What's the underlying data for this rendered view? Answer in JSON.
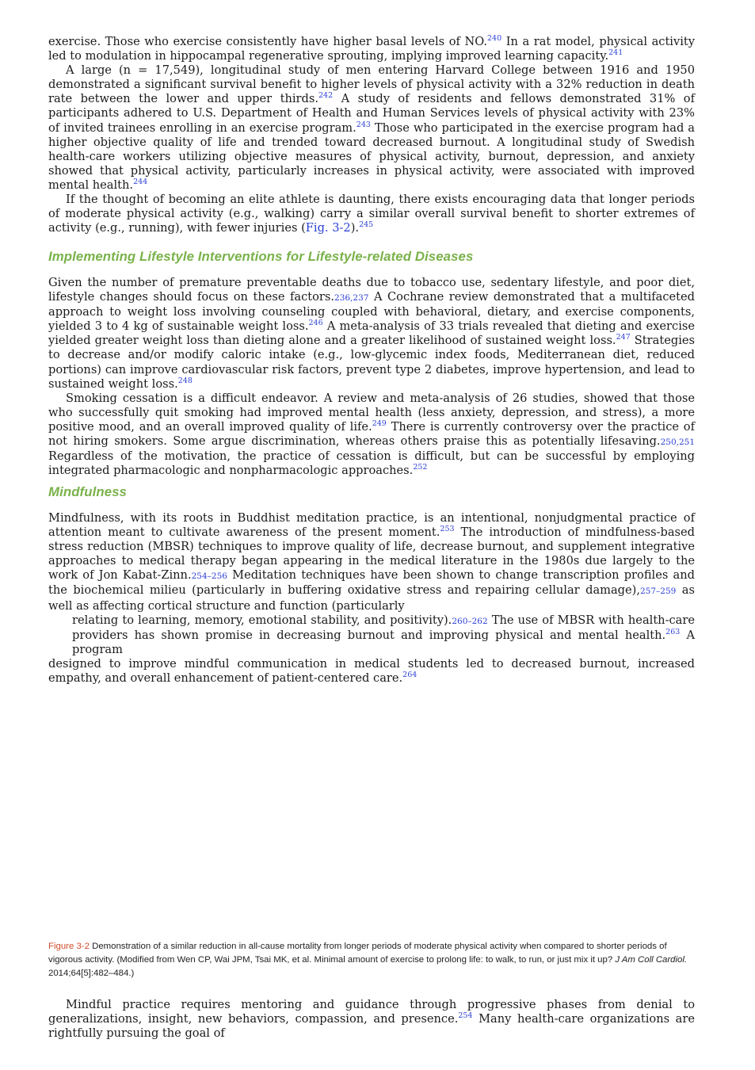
{
  "intro": {
    "p1": {
      "a": "exercise. Those who exercise consistently have higher basal levels of NO.",
      "r1": "240",
      "b": " In a rat model, physical activity led to modulation in hippocampal regenerative sprouting, implying improved learning capacity.",
      "r2": "241"
    },
    "p2": {
      "a": "A large (n = 17,549), longitudinal study of men entering Harvard College between 1916 and 1950 demonstrated a significant survival benefit to higher levels of physical activity with a 32% reduction in death rate between the lower and upper thirds.",
      "r1": "242",
      "b": " A study of residents and fellows demonstrated 31% of participants adhered to U.S. Department of Health and Human Services levels of physical activity with 23% of invited trainees enrolling in an exercise program.",
      "r2": "243",
      "c": " Those who participated in the exercise program had a higher objective quality of life and trended toward decreased burnout. A longitudinal study of Swedish health-care workers utilizing objective measures of physical activity, burnout, depression, and anxiety showed that physical activity, particularly increases in physical activity, were associated with improved mental health.",
      "r3": "244"
    },
    "p3": {
      "a": "If the thought of becoming an elite athlete is daunting, there exists encouraging data that longer periods of moderate physical activity (e.g., walking) carry a similar overall survival benefit to shorter extremes of activity (e.g., running), with fewer injuries (",
      "fig": "Fig. 3-2",
      "b": ").",
      "r1": "245"
    }
  },
  "implementing": {
    "heading": "Implementing Lifestyle Interventions for Lifestyle-related Diseases",
    "p1": {
      "a": "Given the number of premature preventable deaths due to tobacco use, sedentary lifestyle, and poor diet, lifestyle changes should focus on these factors.",
      "r1": "236,237",
      "b": " A Cochrane review demonstrated that a multifaceted approach to weight loss involving counseling coupled with behavioral, dietary, and exercise components, yielded 3 to 4 kg of sustainable weight loss.",
      "r2": "246",
      "c": " A meta-analysis of 33 trials revealed that dieting and exercise yielded greater weight loss than dieting alone and a greater likelihood of sustained weight loss.",
      "r3": "247",
      "d": " Strategies to decrease and/or modify caloric intake (e.g., low-glycemic index foods, Mediterranean diet, reduced portions) can improve cardiovascular risk factors, prevent type 2 diabetes, improve hypertension, and lead to sustained weight loss.",
      "r4": "248"
    },
    "p2": {
      "a": "Smoking cessation is a difficult endeavor. A review and meta-analysis of 26 studies, showed that those who successfully quit smoking had improved mental health (less anxiety, depression, and stress), a more positive mood, and an overall improved quality of life.",
      "r1": "249",
      "b": " There is currently controversy over the practice of not hiring smokers. Some argue discrimination, whereas others praise this as potentially lifesaving.",
      "r2": "250,251",
      "c": " Regardless of the motivation, the practice of cessation is difficult, but can be successful by employing integrated pharmacologic and nonpharmacologic approaches.",
      "r3": "252"
    }
  },
  "mindfulness": {
    "heading": "Mindfulness",
    "p1": {
      "a": "Mindfulness, with its roots in Buddhist meditation practice, is an intentional, nonjudgmental practice of attention meant to cultivate awareness of the present moment.",
      "r1": "253",
      "b": " The introduction of mindfulness-based stress reduction (MBSR) techniques to improve quality of life, decrease burnout, and supplement integrative approaches to medical therapy began appearing in the medical literature in the 1980s due largely to the work of Jon Kabat-Zinn.",
      "r2": "254–256",
      "c": " Meditation techniques have been shown to change transcription profiles and the biochemical milieu (particularly in buffering oxidative stress and repairing cellular damage),",
      "r3": "257–259",
      "d": " as well as affecting cortical structure and function (particularly"
    },
    "hang": {
      "a": "relating to learning, memory, emotional stability, and positivity).",
      "r1": "260–262",
      "b": " The use of MBSR with health-care providers has shown promise in decreasing burnout and improving physical and mental health.",
      "r2": "263",
      "c": " A program"
    },
    "tail": {
      "a": "designed to improve mindful communication in medical students led to decreased burnout, increased empathy, and overall enhancement of patient-centered care.",
      "r1": "264"
    }
  },
  "caption": {
    "label": "Figure 3-2",
    "text": " Demonstration of a similar reduction in all-cause mortality from longer periods of moderate physical activity when compared to shorter periods of vigorous activity. (Modified from Wen CP, Wai JPM, Tsai MK, et al. Minimal amount of exercise to prolong life: to walk, to run, or just mix it up? ",
    "journal": "J Am Coll Cardiol.",
    "cite": " 2014;64[5]:482–484.)"
  },
  "closing": {
    "a": "Mindful practice requires mentoring and guidance through progressive phases from denial to generalizations, insight, new behaviors, compassion, and presence.",
    "r1": "254",
    "b": " Many health-care organizations are rightfully pursuing the goal of"
  }
}
